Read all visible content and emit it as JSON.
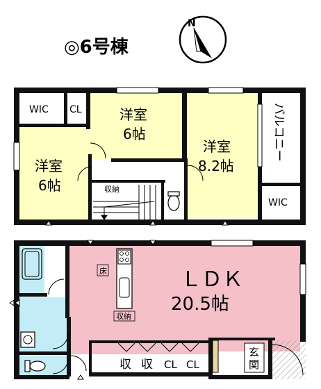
{
  "title": "◎6号棟",
  "compass": {
    "label": "N"
  },
  "upper_floor": {
    "wic_left": "WIC",
    "cl": "CL",
    "room_top": {
      "name": "洋室",
      "size": "6帖"
    },
    "room_left": {
      "name": "洋室",
      "size": "6帖"
    },
    "room_right": {
      "name": "洋室",
      "size": "8.2帖"
    },
    "storage": "収納",
    "balcony": "バルコニー",
    "wic_right": "WIC"
  },
  "lower_floor": {
    "ldk": {
      "name": "ＬＤＫ",
      "size": "20.5帖"
    },
    "floor_storage": "床",
    "kitchen_storage": "収納",
    "storage1": "収",
    "storage2": "収",
    "cl1": "CL",
    "cl2": "CL",
    "entrance": "玄関"
  },
  "colors": {
    "western_room": "#ffffc4",
    "ldk": "#f5c0c8",
    "water": "#c4ecf6",
    "wall": "#111111"
  }
}
